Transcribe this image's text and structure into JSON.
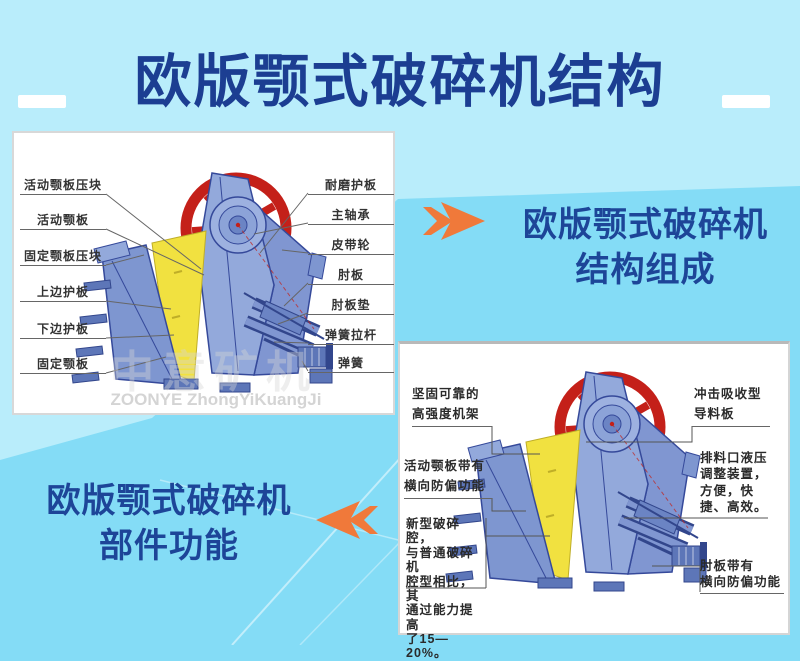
{
  "page": {
    "title": "欧版颚式破碎机结构"
  },
  "colors": {
    "background_light": "#b9edfb",
    "background_medium": "#84dcf6",
    "title_blue": "#1c3e92",
    "caption_blue": "#1d4598",
    "accent_orange": "#f0793a",
    "flywheel_red": "#c42019",
    "machine_blue": "#8ca3d8",
    "jaw_yellow": "#f1e140"
  },
  "panel1": {
    "left_labels": [
      "活动颚板压块",
      "活动颚板",
      "固定颚板压块",
      "上边护板",
      "下边护板",
      "固定颚板"
    ],
    "right_labels": [
      "耐磨护板",
      "主轴承",
      "皮带轮",
      "肘板",
      "肘板垫",
      "弹簧拉杆",
      "弹簧"
    ],
    "watermark_cn": "中意矿机",
    "watermark_en": "ZOONYE ZhongYiKuangJi"
  },
  "caption1": {
    "line1": "欧版颚式破碎机",
    "line2": "结构组成"
  },
  "panel2": {
    "left_labels": [
      "坚固可靠的\n高强度机架",
      "活动颚板带有\n横向防偏功能",
      "新型破碎腔，\n与普通破碎机\n腔型相比，其\n通过能力提高\n了15—20%。"
    ],
    "right_labels": [
      "冲击吸收型\n导料板",
      "排料口液压\n调整装置，\n方便，快\n捷、高效。",
      "肘板带有\n横向防偏功能"
    ]
  },
  "caption2": {
    "line1": "欧版颚式破碎机",
    "line2": "部件功能"
  }
}
